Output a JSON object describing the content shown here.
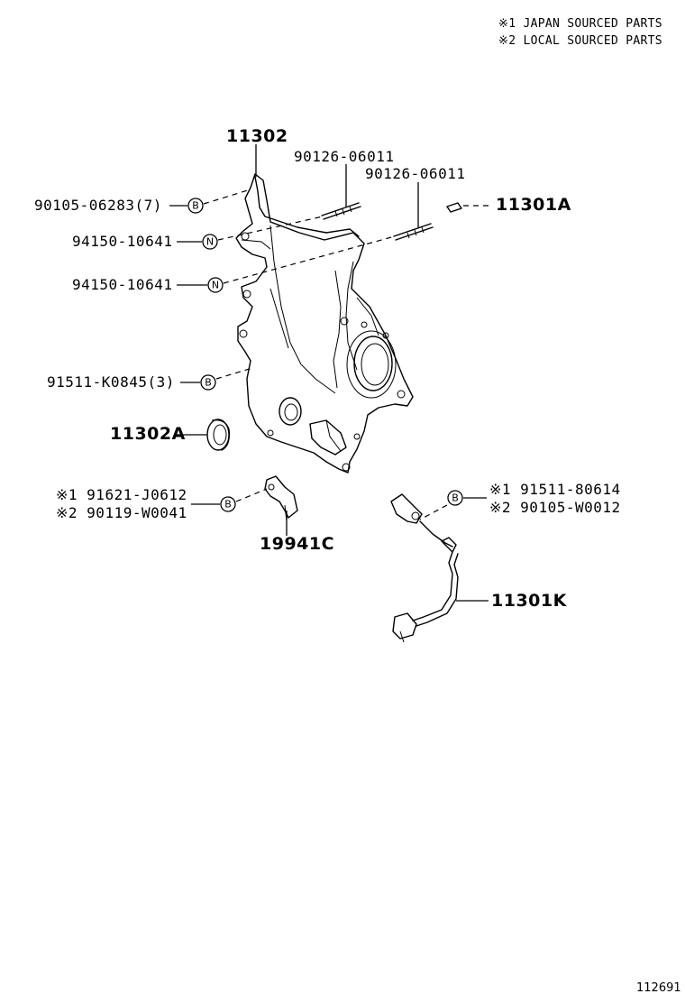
{
  "legend": {
    "line1": "※1 JAPAN SOURCED PARTS",
    "line2": "※2 LOCAL SOURCED PARTS"
  },
  "parts": {
    "cover": "11302",
    "stud_1": "90126-06011",
    "stud_2": "90126-06011",
    "plug": "11301A",
    "bolt_90105": "90105-06283(7)",
    "nut_1": "94150-10641",
    "nut_2": "94150-10641",
    "bolt_91511": "91511-K0845(3)",
    "oil_seal": "11302A",
    "bracket_bolt_1": "※1 91621-J0612",
    "bracket_bolt_2": "※2 90119-W0041",
    "bracket": "19941C",
    "sensor_bolt_1": "※1 91511-80614",
    "sensor_bolt_2": "※2 90105-W0012",
    "sensor": "11301K"
  },
  "markers": {
    "bolt": "B",
    "nut": "N"
  },
  "footer": {
    "diagram_number": "112691"
  }
}
